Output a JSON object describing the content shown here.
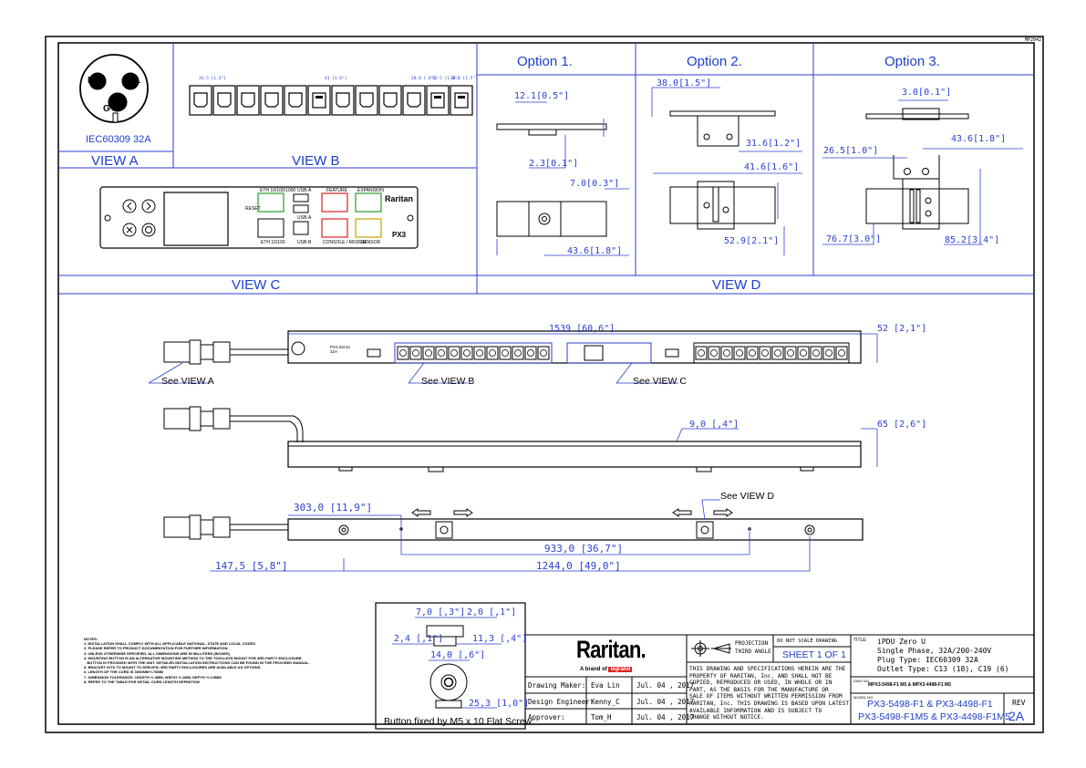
{
  "sheet_id": "MP2042",
  "views": {
    "a_plug_label": "IEC60309 32A",
    "a_pins": [
      "N",
      "L",
      "G"
    ],
    "a_label": "VIEW A",
    "b_label": "VIEW B",
    "c_label": "VIEW C",
    "d_label": "VIEW D",
    "b_dims": [
      "33.5 [1.3\"]",
      "41 [1.6\"]",
      "20.8 [.8\"]",
      "33.5 [1.3\"]",
      "38.8 [1.5\"]"
    ],
    "c_ports": [
      "ETH 10/100/1000",
      "RESET",
      "USB-A",
      "USB-A",
      "FEATURE",
      "EXPANSION",
      "ETH 10/100",
      "USB-B",
      "CONSOLE / MODEM",
      "SENSOR"
    ],
    "c_brand": "Raritan",
    "c_model": "PX3"
  },
  "options": {
    "titles": [
      "Option 1.",
      "Option  2.",
      "Option 3."
    ],
    "opt1_dims": [
      "12.1[0.5\"]",
      "2.3[0.1\"]",
      "7.0[0.3\"]",
      "43.6[1.8\"]"
    ],
    "opt2_dims": [
      "38.0[1.5\"]",
      "31.6[1.2\"]",
      "41.6[1.6\"]",
      "52.9[2.1\"]"
    ],
    "opt3_dims": [
      "3.0[0.1\"]",
      "26.5[1.0\"]",
      "43.6[1.8\"]",
      "76.7[3.0\"]",
      "85.2[3.4\"]"
    ]
  },
  "main": {
    "len_total": "1539 [60,6\"]",
    "len_depth": "52 [2,1\"]",
    "see_a": "See VIEW A",
    "see_b": "See VIEW B",
    "see_c": "See VIEW C",
    "see_d": "See VIEW D",
    "side_dim": "9,0 [,4\"]",
    "side_height": "65 [2,6\"]",
    "dim_303": "303,0 [11,9\"]",
    "dim_933": "933,0 [36,7\"]",
    "dim_147": "147,5 [5,8\"]",
    "dim_1244": "1244,0 [49,0\"]",
    "unit_label": "PX3 ZeroU 32A"
  },
  "button_detail": {
    "dims": [
      "7,0 [,3\"]",
      "2,0 [,1\"]",
      "2,4 [,1\"]",
      "11,3 [,4\"]",
      "14,0 [,6\"]",
      "25,3 [1,0\"]"
    ],
    "caption": "Button fixed by M5 x 10 Flat Screw"
  },
  "notes": {
    "title": "NOTES:",
    "items": [
      "1. INSTALLATION SHALL COMPLY WITH ALL APPLICABLE NATIONAL, STATE AND LOCAL CODES.",
      "2. PLEASE REFER TO PRODUCT DOCUMENTATION FOR FURTHER INFORMATION.",
      "3. UNLESS OTHERWISE SPECIFIED, ALL DIMENSIONS ARE IN MILLITERS (INCHES)",
      "4. MOUNTING BUTTON IS AN ALTERNATIVE MOUNTING METHOD TO THE TOOLLESS MOUNT FOR 3RD PARTY ENCLOSURE.",
      "   BUTTON IS PROVIDED WITH THE UNIT. DETAILED INSTALLATION INSTRUCTIONS CAN BE FOUND IN THE PROVIDED MANUAL.",
      "5. BRACKET KITS TO MOUNT TO SPECIFIC 3RD PARTY ENCLOSURES ARE AVAILABLE AS OPTIONS.",
      "6. LENGTH OF THE CORD IS 3000MM+/-70MM",
      "7. DIMENSION TOLERANCE: LENGTH +/-3MM, WIDTH +/-1MM, DEPTH +/-0.5MM",
      "8. REFER TO THE TABLE FOR DETAIL CORD LENGTH DEFINITION"
    ]
  },
  "title_block": {
    "company": "Raritan.",
    "brand_line": "A brand of",
    "legrand": "legrand",
    "rows": [
      {
        "role": "Drawing Maker:",
        "name": "Eva Lin",
        "date": "Jul. 04 , 2017"
      },
      {
        "role": "Design Engineer:",
        "name": "Kenny_C",
        "date": "Jul. 04 , 2017"
      },
      {
        "role": "Approver:",
        "name": "Tom_H",
        "date": "Jul. 04 , 2017"
      }
    ],
    "projection_1": "PROJECTION",
    "projection_2": "THIRD ANGLE",
    "do_not_scale": "DO NOT SCALE DRAWING",
    "sheet": "SHEET 1 OF 1",
    "legal": [
      "THIS DRAWING AND SPECIFICATIONS HEREIN ARE THE",
      "PROPERTY OF RARITAN, Inc. AND SHALL NOT BE",
      "COPIED, REPRODUCED OR USED, IN WHOLE OR IN",
      "PART, AS THE BASIS FOR THE MANUFACTURE OR",
      "SALE OF ITEMS WITHOUT WRITTEN PERMISSION FROM",
      "RARITAN, Inc. THIS DRAWING IS BASED UPON LATEST",
      "AVAILABLE INFORMATION AND IS SUBJECT TO",
      "CHANGE WITHOUT NOTICE."
    ],
    "title_label": "TITLE:",
    "title_lines": [
      "iPDU Zero U",
      "Single Phase, 32A/200-240V",
      "Plug Type: IEC60309 32A",
      "Outlet Type: C13 (18), C19 (6)"
    ],
    "dwg_label": "DWG NO.",
    "dwg_no": "MPX3-5498-F1 M5 & MPX3-4498-F1 M5",
    "model_label": "MODEL NO.",
    "model_1": "PX3-5498-F1 & PX3-4498-F1",
    "model_2": "PX3-5498-F1M5 & PX3-4498-F1M5",
    "rev_label": "REV",
    "rev": "2A"
  }
}
